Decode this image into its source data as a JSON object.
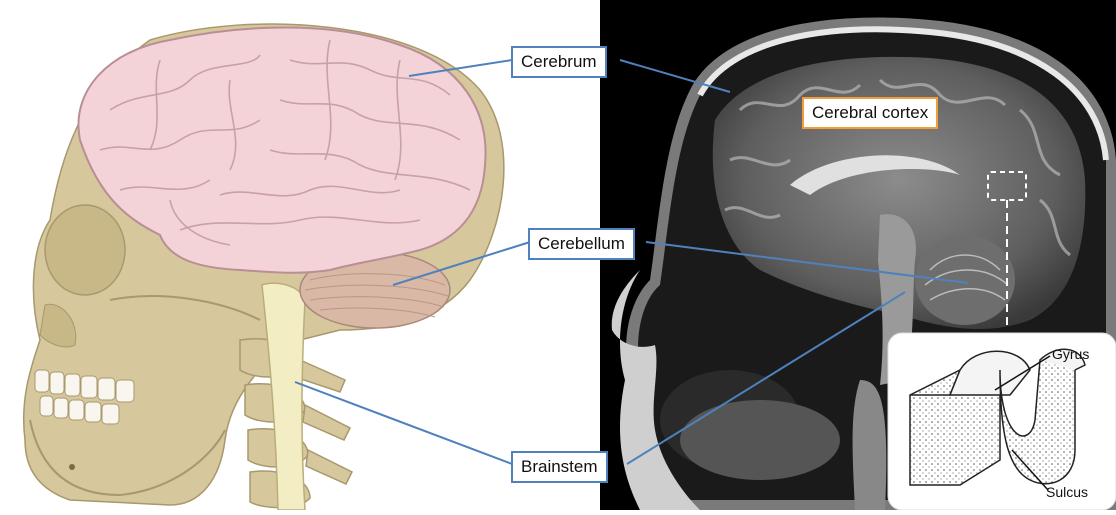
{
  "labels": {
    "cerebrum": "Cerebrum",
    "cerebral_cortex": "Cerebral cortex",
    "cerebellum": "Cerebellum",
    "brainstem": "Brainstem",
    "gyrus": "Gyrus",
    "sulcus": "Sulcus"
  },
  "colors": {
    "leader_line": "#4f81bd",
    "cortex_box_border": "#f39c38",
    "skull": "#d7c79d",
    "brain": "#f4d3d8",
    "spinal_cord": "#f3edc4",
    "mri_background": "#000000"
  }
}
